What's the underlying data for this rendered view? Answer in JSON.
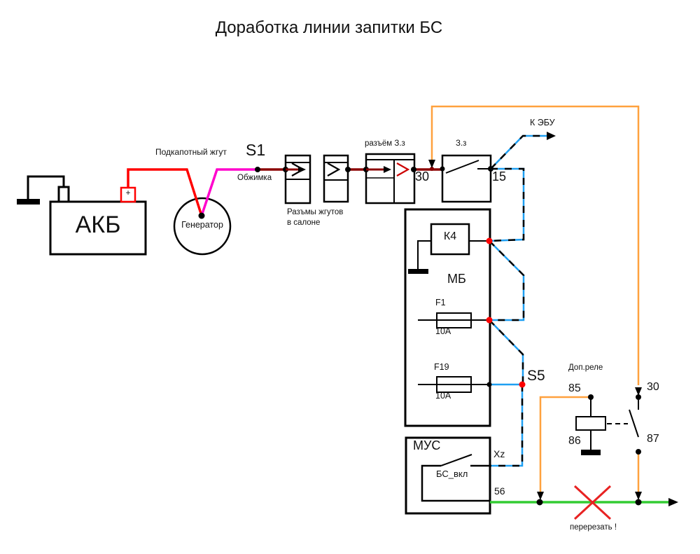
{
  "title": "Доработка линии запитки БС",
  "colors": {
    "battery_wire_red": "#ff0000",
    "generator_wire_magenta": "#ff00cc",
    "harness_wire_dark_red": "#8b0000",
    "added_wire_orange": "#ffa13e",
    "ignition_feed_blue": "#1f9ff2",
    "bs_line_green": "#33cc33",
    "splice_dot_red": "#ff0000",
    "cut_mark_red": "#e82222"
  },
  "power_section": {
    "battery_label": "АКБ",
    "battery_plus": "+",
    "generator_label": "Генератор",
    "harness_label": "Подкапотный жгут"
  },
  "splices": {
    "s1_label": "S1",
    "s1_note": "Обжимка",
    "s5_label": "S5"
  },
  "connectors": {
    "cabin_caption_line1": "Разъмы жгутов",
    "cabin_caption_line2": "в салоне",
    "ignition_connector_caption": "разъём З.з"
  },
  "ignition_switch": {
    "caption": "З.з",
    "terminal_30": "30",
    "terminal_15": "15",
    "to_ecu_label": "К ЭБУ"
  },
  "fuse_box": {
    "caption": "МБ",
    "relay_k4": "К4",
    "fuse_f1": "F1",
    "fuse_f1_rating": "10A",
    "fuse_f19": "F19",
    "fuse_f19_rating": "10A"
  },
  "aux_relay": {
    "caption": "Доп.реле",
    "terminal_85": "85",
    "terminal_86": "86",
    "terminal_30": "30",
    "terminal_87": "87"
  },
  "mus": {
    "caption": "МУС",
    "switch_label": "БС_вкл",
    "terminal_xz": "Xz",
    "terminal_56": "56"
  },
  "cut_note": "перерезать !"
}
